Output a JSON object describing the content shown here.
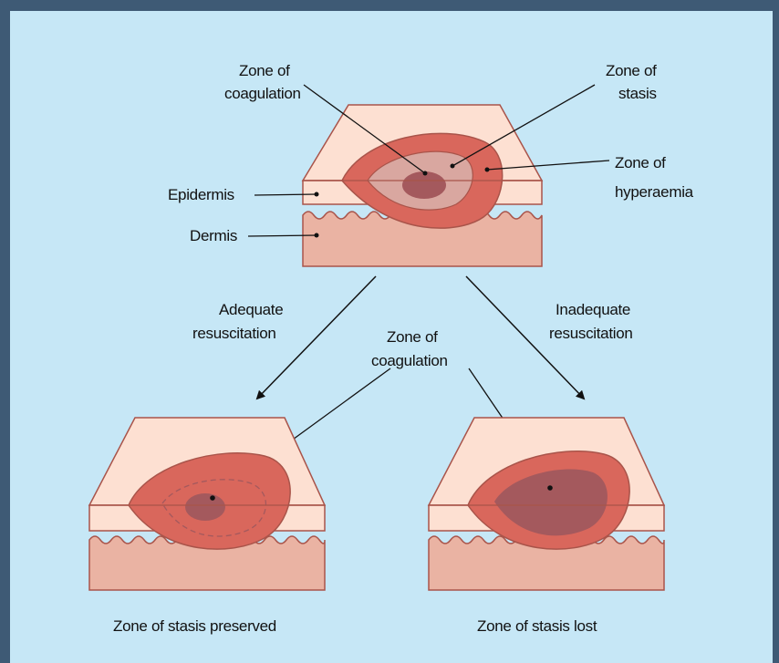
{
  "top": {
    "zone_coagulation_l1": "Zone of",
    "zone_coagulation_l2": "coagulation",
    "zone_stasis_l1": "Zone of",
    "zone_stasis_l2": "stasis",
    "zone_hyperaemia_l1": "Zone of",
    "zone_hyperaemia_l2": "hyperaemia",
    "epidermis": "Epidermis",
    "dermis": "Dermis"
  },
  "middle": {
    "adequate_l1": "Adequate",
    "adequate_l2": "resuscitation",
    "inadequate_l1": "Inadequate",
    "inadequate_l2": "resuscitation",
    "coagulation_l1": "Zone of",
    "coagulation_l2": "coagulation"
  },
  "bottom": {
    "left_caption": "Zone of stasis preserved",
    "right_caption": "Zone of stasis lost"
  },
  "colors": {
    "frame_border": "#3e5a75",
    "background": "#c6e7f6",
    "skin_top": "#fde0d2",
    "dermis": "#eab3a3",
    "hyperaemia": "#d9675c",
    "stasis": "#d9a7a0",
    "coagulation": "#a4595d",
    "outline": "#a9544a"
  }
}
